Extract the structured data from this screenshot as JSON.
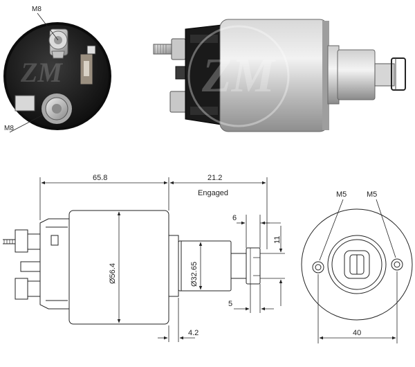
{
  "photo_labels": {
    "thread_top": "M8",
    "thread_bottom": "M8"
  },
  "drawing_labels": {
    "length_body": "65.8",
    "length_engaged": "21.2",
    "engaged_note": "Engaged",
    "dia_body": "Ø56.4",
    "dia_nose": "Ø32.65",
    "plunger_width": "6",
    "clevis_height": "11",
    "clevis_gap": "5",
    "nose_offset": "4.2"
  },
  "end_view_labels": {
    "hole_left": "M5",
    "hole_right": "M5",
    "width": "40"
  },
  "watermark": "ZM",
  "colors": {
    "housing": "#c9c9c9",
    "cap": "#2a2a2a",
    "line": "#222222"
  }
}
